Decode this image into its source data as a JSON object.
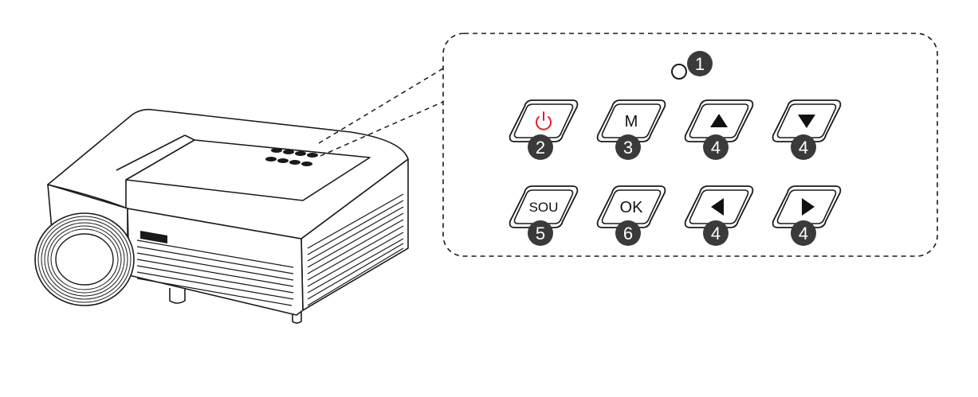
{
  "indicator": {
    "number": "1"
  },
  "buttons": [
    {
      "id": "power",
      "glyph": "⏻",
      "glyph_color": "#e0202a",
      "number": "2",
      "icon": "power-icon"
    },
    {
      "id": "menu",
      "glyph": "M",
      "glyph_color": "#111111",
      "number": "3",
      "icon": ""
    },
    {
      "id": "up",
      "glyph": "",
      "glyph_color": "#111111",
      "number": "4",
      "icon": "triangle-up-icon"
    },
    {
      "id": "down",
      "glyph": "",
      "glyph_color": "#111111",
      "number": "4",
      "icon": "triangle-down-icon"
    },
    {
      "id": "source",
      "glyph": "SOU",
      "glyph_color": "#111111",
      "number": "5",
      "icon": ""
    },
    {
      "id": "ok",
      "glyph": "OK",
      "glyph_color": "#111111",
      "number": "6",
      "icon": ""
    },
    {
      "id": "left",
      "glyph": "",
      "glyph_color": "#111111",
      "number": "4",
      "icon": "triangle-left-icon"
    },
    {
      "id": "right",
      "glyph": "",
      "glyph_color": "#111111",
      "number": "4",
      "icon": "triangle-right-icon"
    }
  ],
  "colors": {
    "badge": "#3a3a3a",
    "line": "#1a1a1a",
    "power": "#e0202a"
  }
}
